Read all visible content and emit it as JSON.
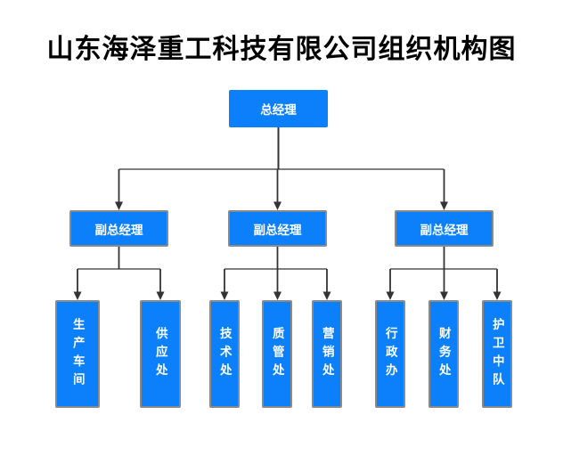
{
  "title": "山东海泽重工科技有限公司组织机构图",
  "colors": {
    "background": "#ffffff",
    "title_text": "#000000",
    "node_fill": "#0b80fa",
    "node_border": "#8a8a8a",
    "node_text": "#ffffff",
    "connector": "#333333"
  },
  "org": {
    "root": {
      "label": "总经理"
    },
    "deputies": [
      {
        "label": "副总经理"
      },
      {
        "label": "副总经理"
      },
      {
        "label": "副总经理"
      }
    ],
    "departments": [
      {
        "label": "生产车间",
        "reports_to_deputy": 1
      },
      {
        "label": "供应处",
        "reports_to_deputy": 1
      },
      {
        "label": "技术处",
        "reports_to_deputy": 2
      },
      {
        "label": "质管处",
        "reports_to_deputy": 2
      },
      {
        "label": "营销处",
        "reports_to_deputy": 2
      },
      {
        "label": "行政办",
        "reports_to_deputy": 3
      },
      {
        "label": "财务处",
        "reports_to_deputy": 3
      },
      {
        "label": "护卫中队",
        "reports_to_deputy": 3
      }
    ]
  }
}
